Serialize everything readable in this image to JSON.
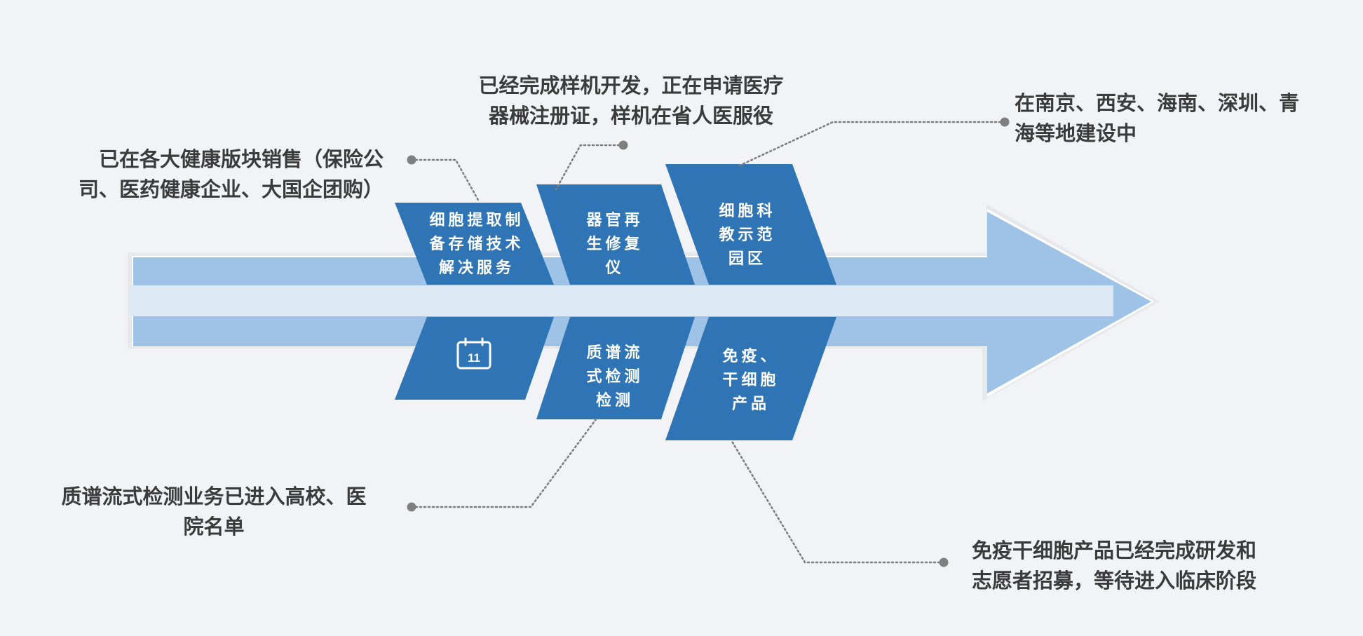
{
  "colors": {
    "background": "#f2f3f7",
    "arrow_fill": "#9fc3e6",
    "arrow_center_band": "#dde9f5",
    "box_fill": "#2f75b6",
    "connector": "#7f7f7f",
    "callout_text": "#3b3b3b",
    "box_text": "#ffffff"
  },
  "boxes": {
    "top_1": {
      "lines": [
        "细胞提取制",
        "备存储技术",
        "解决服务"
      ]
    },
    "top_2": {
      "lines": [
        "器官再",
        "生修复",
        "仪"
      ]
    },
    "top_3": {
      "lines": [
        "细胞科",
        "教示范",
        "园区"
      ]
    },
    "bottom_1": {
      "icon": "calendar-icon",
      "icon_text": "11"
    },
    "bottom_2": {
      "lines": [
        "质谱流",
        "式检测",
        "检测"
      ]
    },
    "bottom_3": {
      "lines": [
        "免疫、",
        "干细胞",
        "产品"
      ]
    }
  },
  "callouts": {
    "top_left": {
      "lines": [
        "已在各大健康版块销售（保险公",
        "司、医药健康企业、大国企团购）"
      ]
    },
    "top_center": {
      "lines": [
        "已经完成样机开发，正在申请医疗",
        "器械注册证，样机在省人医服役"
      ]
    },
    "top_right": {
      "lines": [
        "在南京、西安、海南、深圳、青",
        "海等地建设中"
      ]
    },
    "bottom_left": {
      "lines": [
        "质谱流式检测业务已进入高校、医",
        "院名单"
      ]
    },
    "bottom_right": {
      "lines": [
        "免疫干细胞产品已经完成研发和",
        "志愿者招募，等待进入临床阶段"
      ]
    }
  }
}
